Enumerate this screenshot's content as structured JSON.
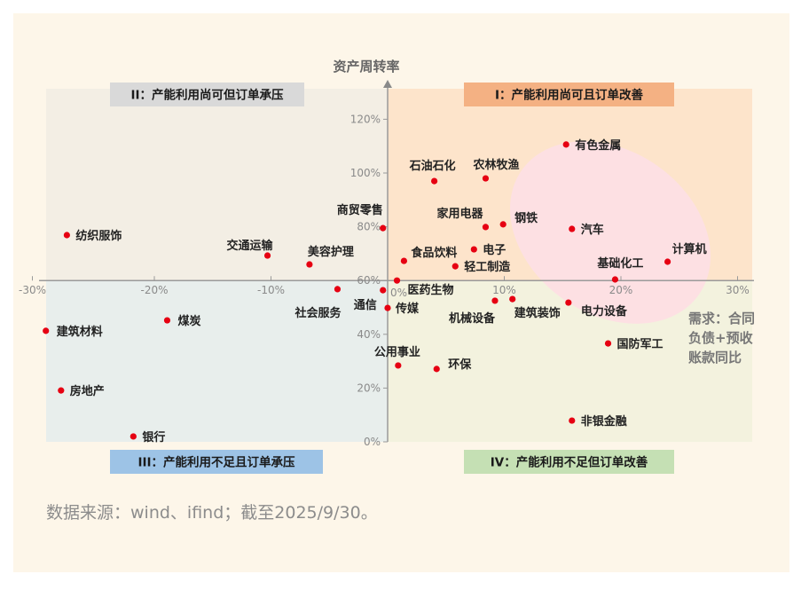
{
  "chart_data": {
    "type": "scatter",
    "ylabel": "资产周转率",
    "xlabel": "需求：合同负债+预收账款同比",
    "xlabel_lines": [
      "需求：合同",
      "负债+预收",
      "账款同比"
    ],
    "x_unit": "%",
    "y_unit": "%",
    "xlim": [
      -30,
      30
    ],
    "ylim": [
      0,
      130
    ],
    "y_cross": 60,
    "x_ticks": [
      "-30%",
      "-20%",
      "-10%",
      "0%",
      "10%",
      "20%",
      "30%"
    ],
    "x_tick_values": [
      -30,
      -20,
      -10,
      0,
      10,
      20,
      30
    ],
    "y_ticks": [
      "0%",
      "20%",
      "40%",
      "60%",
      "80%",
      "100%",
      "120%"
    ],
    "y_tick_values": [
      0,
      20,
      40,
      60,
      80,
      100,
      120
    ],
    "quadrants": [
      {
        "id": "II",
        "label": "II：产能利用尚可但订单承压",
        "bg": "#f3eee4",
        "tag": "#d9d9d9"
      },
      {
        "id": "I",
        "label": "I：产能利用尚可且订单改善",
        "bg": "#fde4cb",
        "tag": "#f4b183"
      },
      {
        "id": "III",
        "label": "III：产能利用不足且订单承压",
        "bg": "#e8eeec",
        "tag": "#9dc3e6"
      },
      {
        "id": "IV",
        "label": "IV：产能利用不足但订单改善",
        "bg": "#f3f2de",
        "tag": "#c5e0b4"
      }
    ],
    "highlight_color": "#fde0e3",
    "point_color": "#e60012",
    "points": [
      {
        "name": "纺织服饰",
        "x": -27.5,
        "y": 76.9
      },
      {
        "name": "交通运输",
        "x": -10.3,
        "y": 69.3
      },
      {
        "name": "美容护理",
        "x": -6.7,
        "y": 66.0
      },
      {
        "name": "商贸零售",
        "x": -0.4,
        "y": 79.5
      },
      {
        "name": "社会服务",
        "x": -4.3,
        "y": 56.8
      },
      {
        "name": "通信",
        "x": -0.4,
        "y": 56.4
      },
      {
        "name": "传媒",
        "x": 0.0,
        "y": 49.8
      },
      {
        "name": "医药生物",
        "x": 0.8,
        "y": 60.0
      },
      {
        "name": "石油石化",
        "x": 4.0,
        "y": 97.0
      },
      {
        "name": "农林牧渔",
        "x": 8.4,
        "y": 98.0
      },
      {
        "name": "有色金属",
        "x": 15.3,
        "y": 110.6
      },
      {
        "name": "家用电器",
        "x": 8.4,
        "y": 79.9
      },
      {
        "name": "钢铁",
        "x": 9.9,
        "y": 80.9
      },
      {
        "name": "汽车",
        "x": 15.8,
        "y": 79.2
      },
      {
        "name": "食品饮料",
        "x": 1.4,
        "y": 67.3
      },
      {
        "name": "电子",
        "x": 7.4,
        "y": 71.6
      },
      {
        "name": "轻工制造",
        "x": 5.8,
        "y": 65.3
      },
      {
        "name": "计算机",
        "x": 24.0,
        "y": 67.0
      },
      {
        "name": "基础化工",
        "x": 19.5,
        "y": 60.4
      },
      {
        "name": "机械设备",
        "x": 9.2,
        "y": 52.5
      },
      {
        "name": "建筑装饰",
        "x": 10.7,
        "y": 53.1
      },
      {
        "name": "电力设备",
        "x": 15.5,
        "y": 51.8
      },
      {
        "name": "国防军工",
        "x": 18.9,
        "y": 36.6
      },
      {
        "name": "公用事业",
        "x": 0.9,
        "y": 28.4
      },
      {
        "name": "环保",
        "x": 4.2,
        "y": 27.1
      },
      {
        "name": "非银金融",
        "x": 15.8,
        "y": 7.9
      },
      {
        "name": "建筑材料",
        "x": -29.3,
        "y": 41.3
      },
      {
        "name": "煤炭",
        "x": -18.9,
        "y": 45.2
      },
      {
        "name": "房地产",
        "x": -28.0,
        "y": 19.1
      },
      {
        "name": "银行",
        "x": -21.8,
        "y": 2.0
      }
    ],
    "source": "数据来源：wind、ifind；截至2025/9/30。"
  }
}
